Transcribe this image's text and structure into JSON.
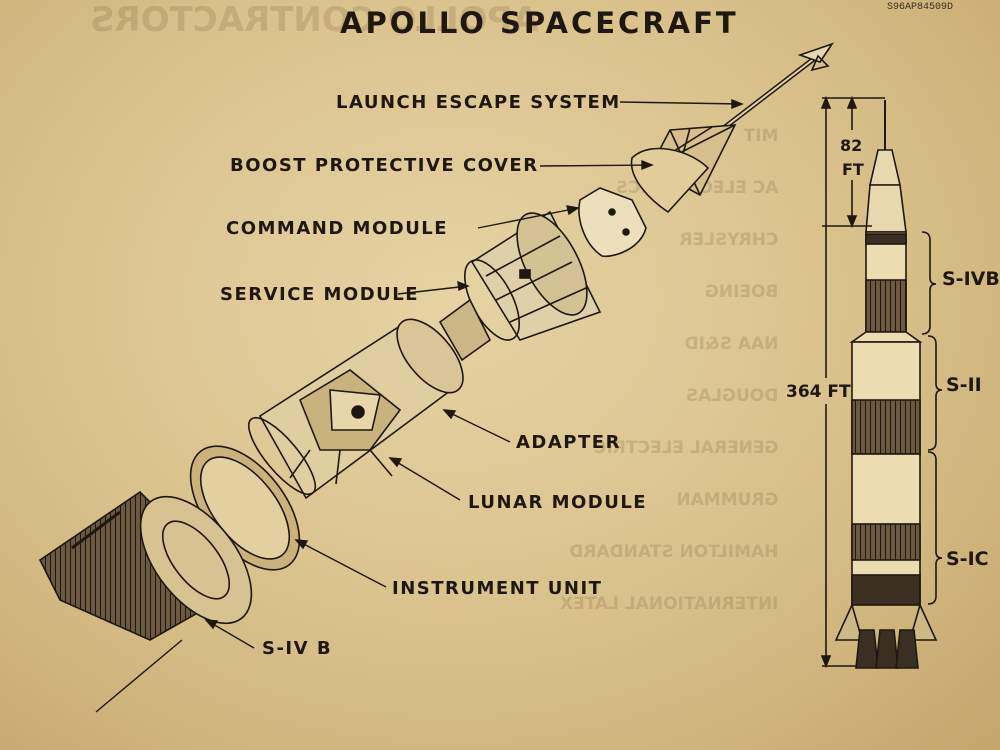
{
  "title": "APOLLO SPACECRAFT",
  "doc_code": "S96AP84509D",
  "labels": {
    "launch_escape_system": "LAUNCH ESCAPE SYSTEM",
    "boost_protective_cover": "BOOST PROTECTIVE COVER",
    "command_module": "COMMAND MODULE",
    "service_module": "SERVICE MODULE",
    "adapter": "ADAPTER",
    "lunar_module": "LUNAR MODULE",
    "instrument_unit": "INSTRUMENT UNIT",
    "s_ivb_part": "S-IV B"
  },
  "rocket": {
    "height_top_value": "82",
    "height_top_unit": "FT",
    "height_total": "364 FT",
    "stages": [
      "S-IVB",
      "S-II",
      "S-IC"
    ]
  },
  "colors": {
    "ink": "#1f1810",
    "paper": "#dcc58f"
  }
}
